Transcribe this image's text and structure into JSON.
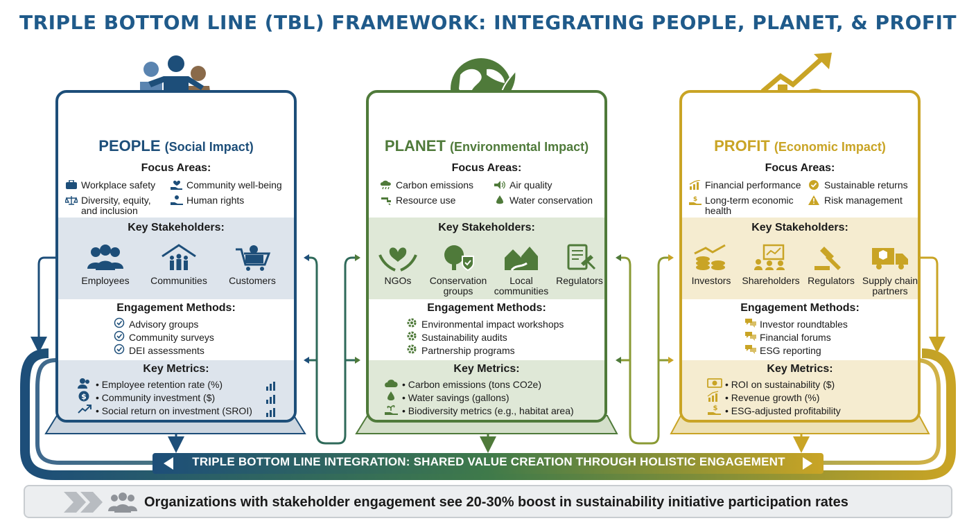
{
  "title": "TRIPLE BOTTOM LINE (TBL) FRAMEWORK: INTEGRATING PEOPLE, PLANET, & PROFIT",
  "colors": {
    "people": "#1d4e79",
    "planet": "#4f7a3a",
    "profit": "#c9a425"
  },
  "labels": {
    "focus": "Focus Areas:",
    "stakeholders": "Key Stakeholders:",
    "engagement": "Engagement Methods:",
    "metrics": "Key Metrics:"
  },
  "people": {
    "name": "PEOPLE",
    "sub": "(Social Impact)",
    "focus": [
      "Workplace safety",
      "Community well-being",
      "Diversity, equity,",
      "and inclusion",
      "Human rights"
    ],
    "stakeholders": [
      "Employees",
      "Communities",
      "Customers"
    ],
    "engagement": [
      "Advisory groups",
      "Community surveys",
      "DEI assessments"
    ],
    "metrics": [
      "• Employee retention rate (%)",
      "• Community investment ($)",
      "• Social return on investment (SROI)"
    ]
  },
  "planet": {
    "name": "PLANET",
    "sub": "(Environmental Impact)",
    "focus": [
      "Carbon emissions",
      "Air quality",
      "Resource use",
      "Water conservation"
    ],
    "stakeholders": [
      "NGOs",
      "Conservation",
      "groups",
      "Local",
      "communities",
      "Regulators"
    ],
    "engagement": [
      "Environmental impact workshops",
      "Sustainability audits",
      "Partnership programs"
    ],
    "metrics": [
      "• Carbon emissions (tons CO2e)",
      "• Water savings (gallons)",
      "• Biodiversity metrics (e.g., habitat area)"
    ]
  },
  "profit": {
    "name": "PROFIT",
    "sub": "(Economic Impact)",
    "focus": [
      "Financial performance",
      "Sustainable returns",
      "Long-term economic",
      "health",
      "Risk management"
    ],
    "stakeholders": [
      "Investors",
      "Shareholders",
      "Regulators",
      "Supply chain",
      "partners"
    ],
    "engagement": [
      "Investor roundtables",
      "Financial forums",
      "ESG reporting"
    ],
    "metrics": [
      "• ROI on sustainability ($)",
      "• Revenue growth (%)",
      "• ESG-adjusted profitability"
    ]
  },
  "integration": "TRIPLE BOTTOM LINE INTEGRATION: SHARED VALUE CREATION THROUGH HOLISTIC ENGAGEMENT",
  "footer": "Organizations with stakeholder engagement see 20-30% boost in sustainability initiative participation rates"
}
